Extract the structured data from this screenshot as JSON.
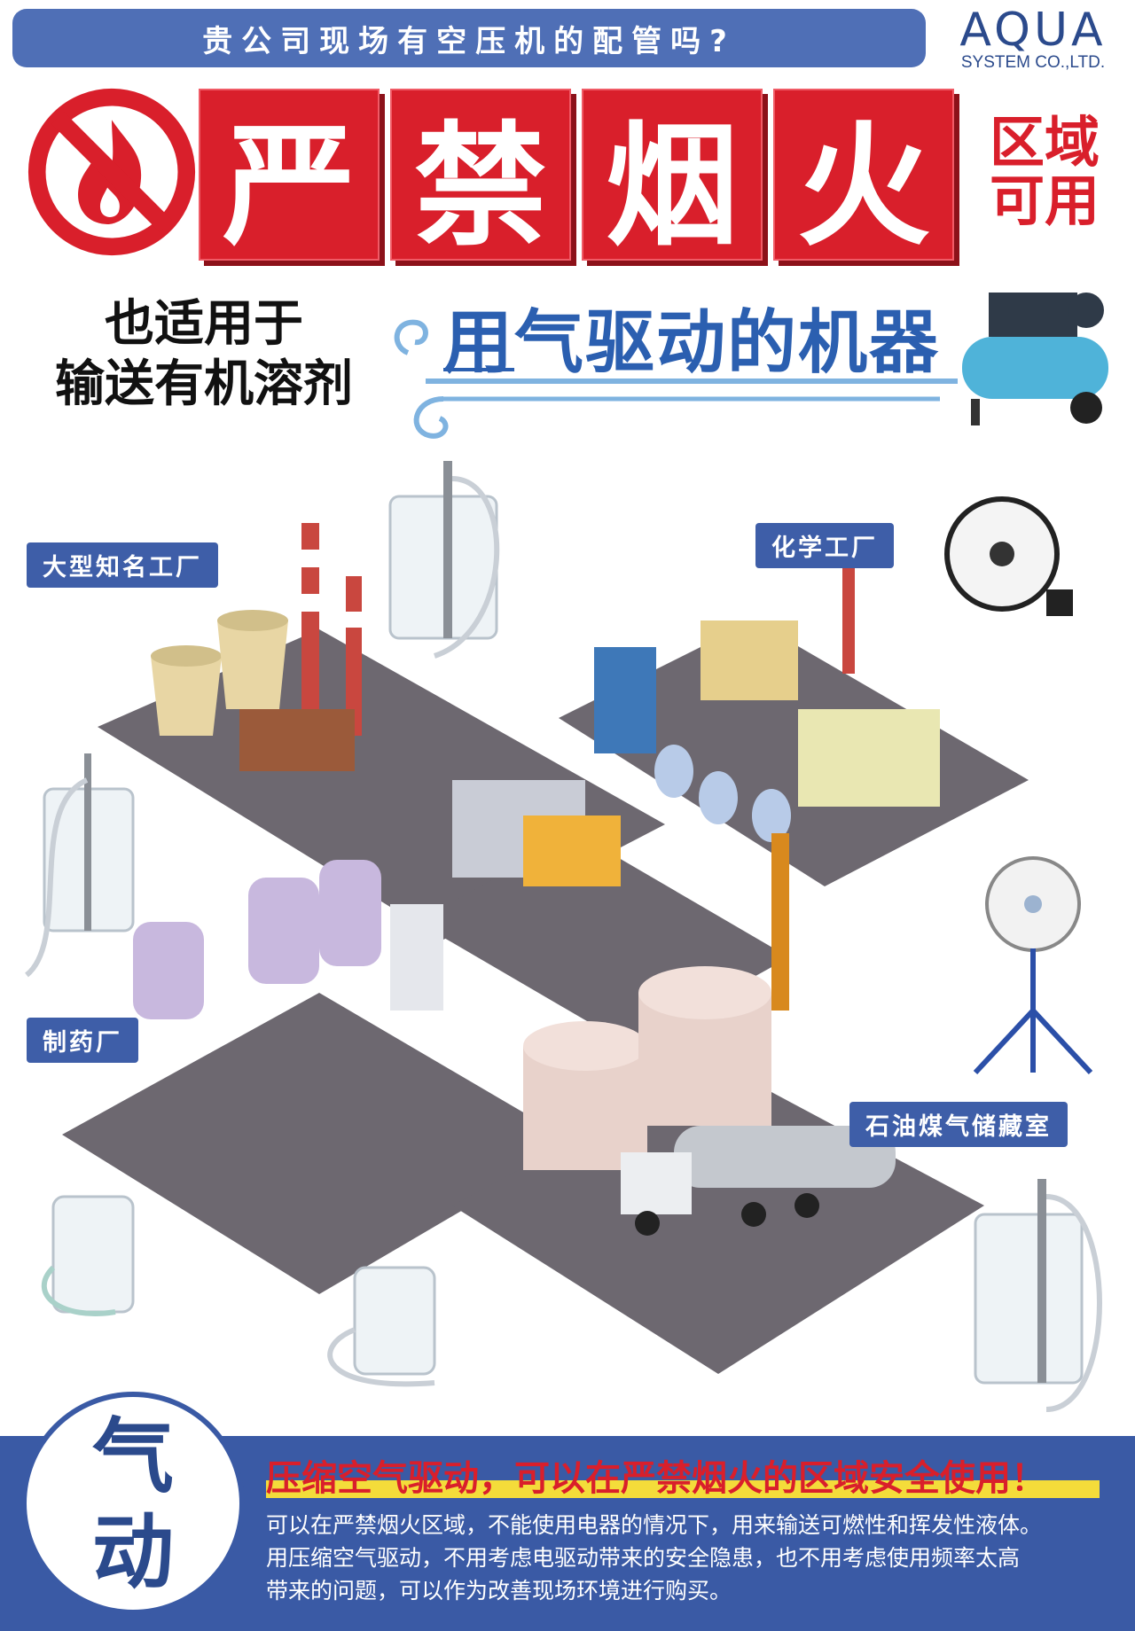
{
  "banner": {
    "text": "贵公司现场有空压机的配管吗?"
  },
  "brand": {
    "name": "AQUA",
    "subtitle": "SYSTEM CO.,LTD."
  },
  "headline_chars": [
    "严",
    "禁",
    "烟",
    "火"
  ],
  "usable": {
    "line1": "区域",
    "line2": "可用"
  },
  "also": {
    "line1": "也适用于",
    "line2": "输送有机溶剂"
  },
  "air_driven": {
    "first": "用",
    "rest": "气驱动的机器"
  },
  "labels": {
    "factory": "大型知名工厂",
    "chemical": "化学工厂",
    "pharma": "制药厂",
    "oil_gas": "石油煤气储藏室"
  },
  "badge": {
    "line1": "气",
    "line2": "动"
  },
  "bottom": {
    "headline": "压缩空气驱动，可以在严禁烟火的区域安全使用！",
    "line1": "可以在严禁烟火区域，不能使用电器的情况下，用来输送可燃性和挥发性液体。",
    "line2": "用压缩空气驱动，不用考虑电驱动带来的安全隐患，也不用考虑使用频率太高",
    "line3": "带来的问题，可以作为改善现场环境进行购买。"
  },
  "colors": {
    "red": "#d91f2b",
    "blue": "#3a5aa5",
    "accent_yellow": "#f4dc3a"
  }
}
